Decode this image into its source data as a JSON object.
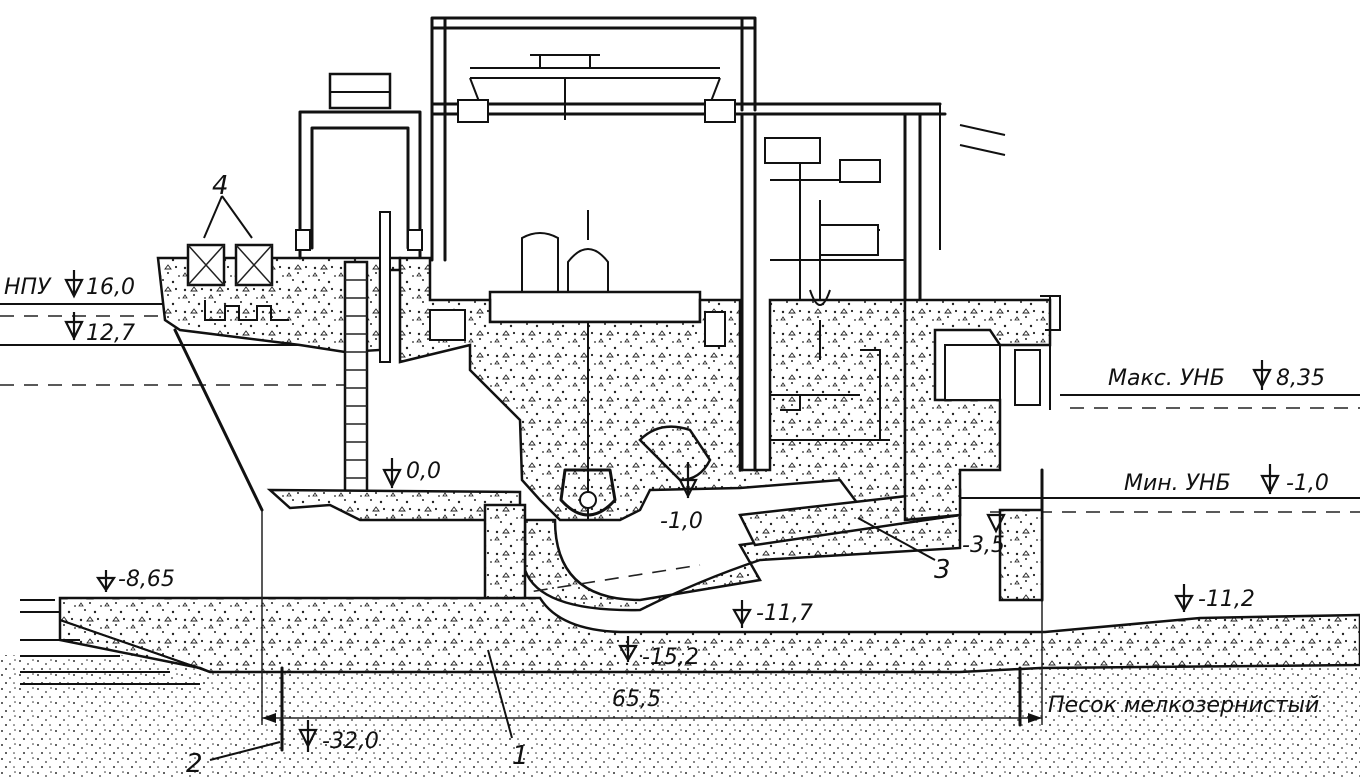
{
  "labels": {
    "npu": "НПУ",
    "elev_16": "16,0",
    "elev_12_7": "12,7",
    "max_unb": "Макс. УНБ",
    "elev_8_35": "8,35",
    "min_unb": "Мин. УНБ",
    "elev_min_1_0_right": "-1,0",
    "elev_0_0": "0,0",
    "elev_min_1_0_draft": "-1,0",
    "elev_min_3_5": "-3,5",
    "elev_min_8_65": "-8,65",
    "elev_min_11_7": "-11,7",
    "elev_min_11_2": "-11,2",
    "elev_min_15_2": "-15,2",
    "length_65_5": "65,5",
    "sand": "Песок мелкозернистый",
    "elev_min_32_0": "-32,0",
    "callout_1": "1",
    "callout_2": "2",
    "callout_3": "3",
    "callout_4": "4"
  }
}
